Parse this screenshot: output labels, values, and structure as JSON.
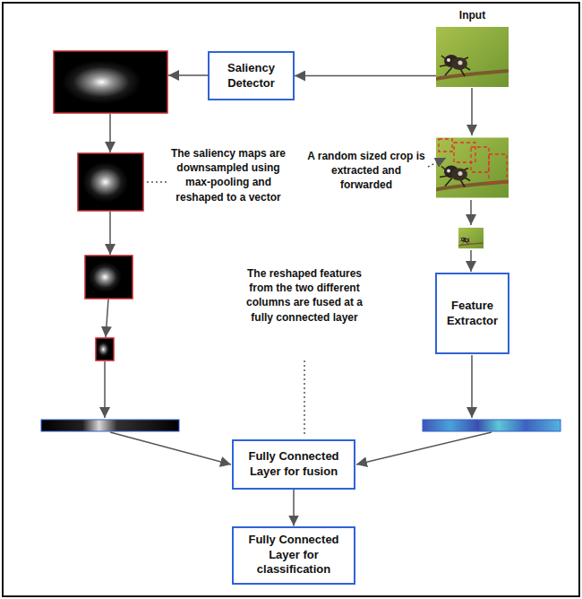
{
  "diagram": {
    "nodes": [
      {
        "text": [
          "Input"
        ]
      },
      {
        "text": [
          "Saliency Detector"
        ]
      },
      {
        "text": [
          "Feature Extractor"
        ]
      },
      {
        "text": [
          "Fully Connected Layer for fusion"
        ]
      },
      {
        "text": [
          "Fully Connected Layer for classification"
        ]
      }
    ],
    "edges": [
      {
        "from": 0,
        "to": 1,
        "arrow": "to"
      },
      {
        "from": 3,
        "to": 4,
        "arrow": "to"
      }
    ],
    "labels": [
      "The saliency maps are downsampled using max-pooling and reshaped to a vector",
      "A random sized crop is extracted and forwarded",
      "The reshaped features from the two different columns are fused at a fully connected layer"
    ]
  }
}
